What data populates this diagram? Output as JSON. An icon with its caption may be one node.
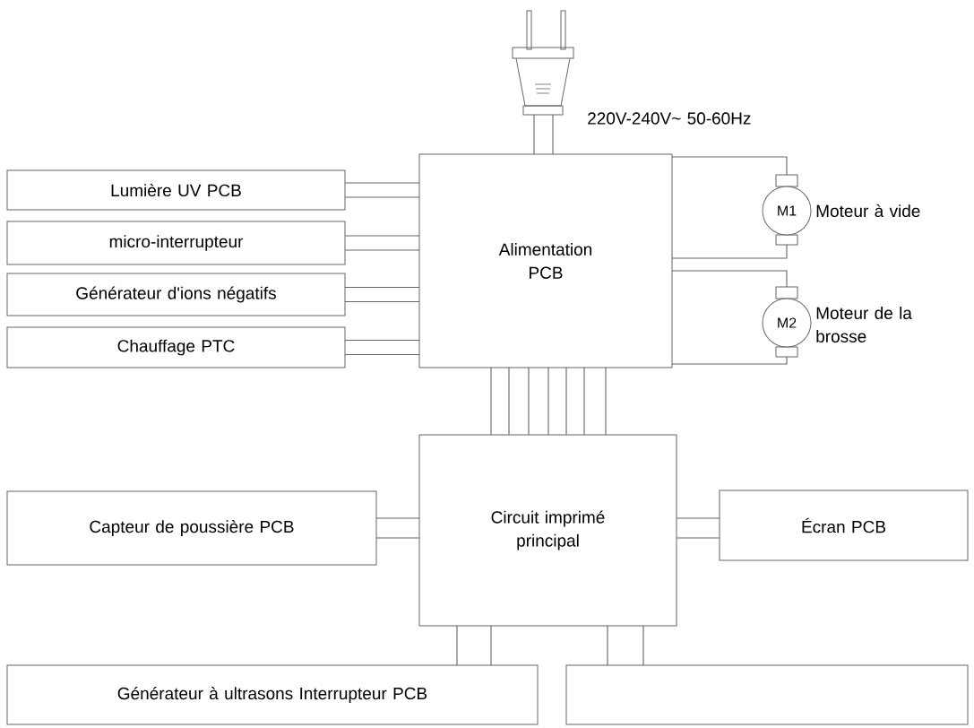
{
  "diagram": {
    "nodes": [
      {
        "text": [],
        "shape": "picture",
        "beside": [
          "220V-240V~ 50-60Hz"
        ]
      },
      {
        "text": [
          "Alimentation PCB"
        ]
      },
      {
        "text": [
          "Lumière UV PCB"
        ]
      },
      {
        "text": [
          "micro-interrupteur"
        ]
      },
      {
        "text": [
          "Générateur d'ions négatifs"
        ]
      },
      {
        "text": [
          "Chauffage PTC"
        ]
      },
      {
        "text": [
          "M1"
        ],
        "beside": [
          "Moteur à vide"
        ]
      },
      {
        "text": [
          "M2"
        ],
        "beside": [
          "Moteur de la brosse"
        ]
      },
      {
        "text": [
          "Circuit imprimé principal"
        ]
      },
      {
        "text": [
          "Capteur de poussière PCB"
        ]
      },
      {
        "text": [
          "Écran PCB"
        ]
      },
      {
        "text": [
          "Générateur à ultrasons Interrupteur PCB"
        ]
      },
      {
        "text": [],
        "shape": "box"
      }
    ],
    "edges": [
      {
        "from": 0,
        "to": 1,
        "arrow": "none"
      },
      {
        "from": 2,
        "to": 1,
        "arrow": "none"
      },
      {
        "from": 3,
        "to": 1,
        "arrow": "none"
      },
      {
        "from": 4,
        "to": 1,
        "arrow": "none"
      },
      {
        "from": 5,
        "to": 1,
        "arrow": "none"
      },
      {
        "from": 1,
        "to": 6,
        "arrow": "none"
      },
      {
        "from": 6,
        "to": 1,
        "arrow": "none"
      },
      {
        "from": 1,
        "to": 7,
        "arrow": "none"
      },
      {
        "from": 7,
        "to": 1,
        "arrow": "none"
      },
      {
        "from": 1,
        "to": 8,
        "arrow": "none"
      },
      {
        "from": 9,
        "to": 8,
        "arrow": "none"
      },
      {
        "from": 8,
        "to": 10,
        "arrow": "none"
      },
      {
        "from": 8,
        "to": 11,
        "arrow": "none"
      },
      {
        "from": 8,
        "to": 12,
        "arrow": "none"
      }
    ]
  }
}
